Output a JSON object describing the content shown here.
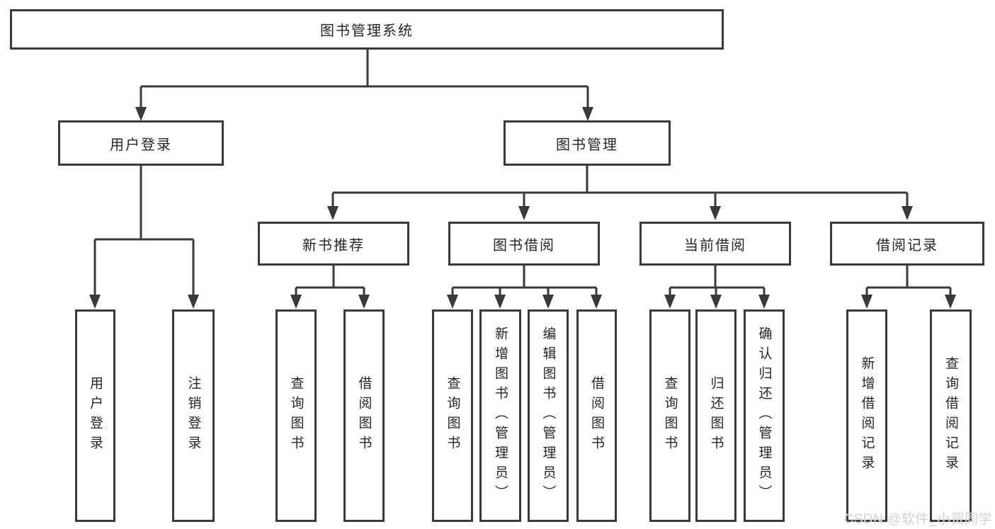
{
  "diagram_title": "图书管理系统",
  "colors": {
    "line": "#3a3a3a",
    "text": "#262626",
    "box_background": "#ffffff",
    "watermark": "#d2d2d2"
  },
  "root": {
    "id": "root",
    "label": "图书管理系统"
  },
  "level2": [
    {
      "id": "user-login",
      "label": "用户登录",
      "parent": "root"
    },
    {
      "id": "book-management",
      "label": "图书管理",
      "parent": "root"
    }
  ],
  "level3": [
    {
      "id": "new-book-recommend",
      "label": "新书推荐",
      "parent": "book-management"
    },
    {
      "id": "book-borrow",
      "label": "图书借阅",
      "parent": "book-management"
    },
    {
      "id": "current-borrow",
      "label": "当前借阅",
      "parent": "book-management"
    },
    {
      "id": "borrow-records",
      "label": "借阅记录",
      "parent": "book-management"
    }
  ],
  "leaves": [
    {
      "label": "用户登录",
      "parent": "user-login"
    },
    {
      "label": "注销登录",
      "parent": "user-login"
    },
    {
      "label": "查询图书",
      "parent": "new-book-recommend"
    },
    {
      "label": "借阅图书",
      "parent": "new-book-recommend"
    },
    {
      "label": "查询图书",
      "parent": "book-borrow"
    },
    {
      "label": "新增图书（管理员）",
      "parent": "book-borrow"
    },
    {
      "label": "编辑图书（管理员）",
      "parent": "book-borrow"
    },
    {
      "label": "借阅图书",
      "parent": "book-borrow"
    },
    {
      "label": "查询图书",
      "parent": "current-borrow"
    },
    {
      "label": "归还图书",
      "parent": "current-borrow"
    },
    {
      "label": "确认归还（管理员）",
      "parent": "current-borrow"
    },
    {
      "label": "新增借阅记录",
      "parent": "borrow-records"
    },
    {
      "label": "查询借阅记录",
      "parent": "borrow-records"
    }
  ],
  "watermark": {
    "text": "CSDN @软件_小贺同学"
  }
}
